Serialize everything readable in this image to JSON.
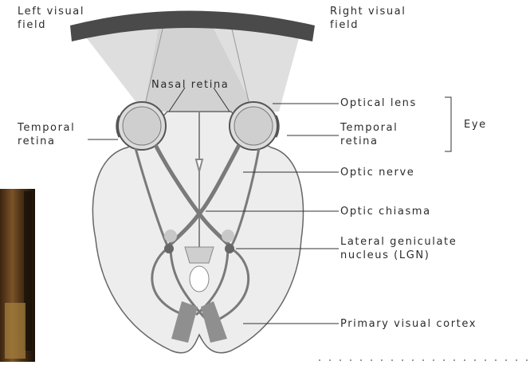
{
  "labels": {
    "left_visual_field": [
      "Left visual",
      "field"
    ],
    "right_visual_field": [
      "Right visual",
      "field"
    ],
    "nasal_retina": "Nasal retina",
    "temporal_retina_left": [
      "Temporal",
      "retina"
    ],
    "optical_lens": "Optical lens",
    "temporal_retina_right": [
      "Temporal",
      "retina"
    ],
    "eye": "Eye",
    "optic_nerve": "Optic nerve",
    "optic_chiasma": "Optic chiasma",
    "lgn": [
      "Lateral geniculate",
      "nucleus (LGN)"
    ],
    "primary_visual_cortex": "Primary visual cortex"
  },
  "colors": {
    "visual_field_arc": "#4a4a4a",
    "brain_fill": "#ededed",
    "line": "#555555",
    "pathway": "#7a7a7a",
    "cortex": "#8f8f8f",
    "wood_photo": "#6b4a22"
  }
}
